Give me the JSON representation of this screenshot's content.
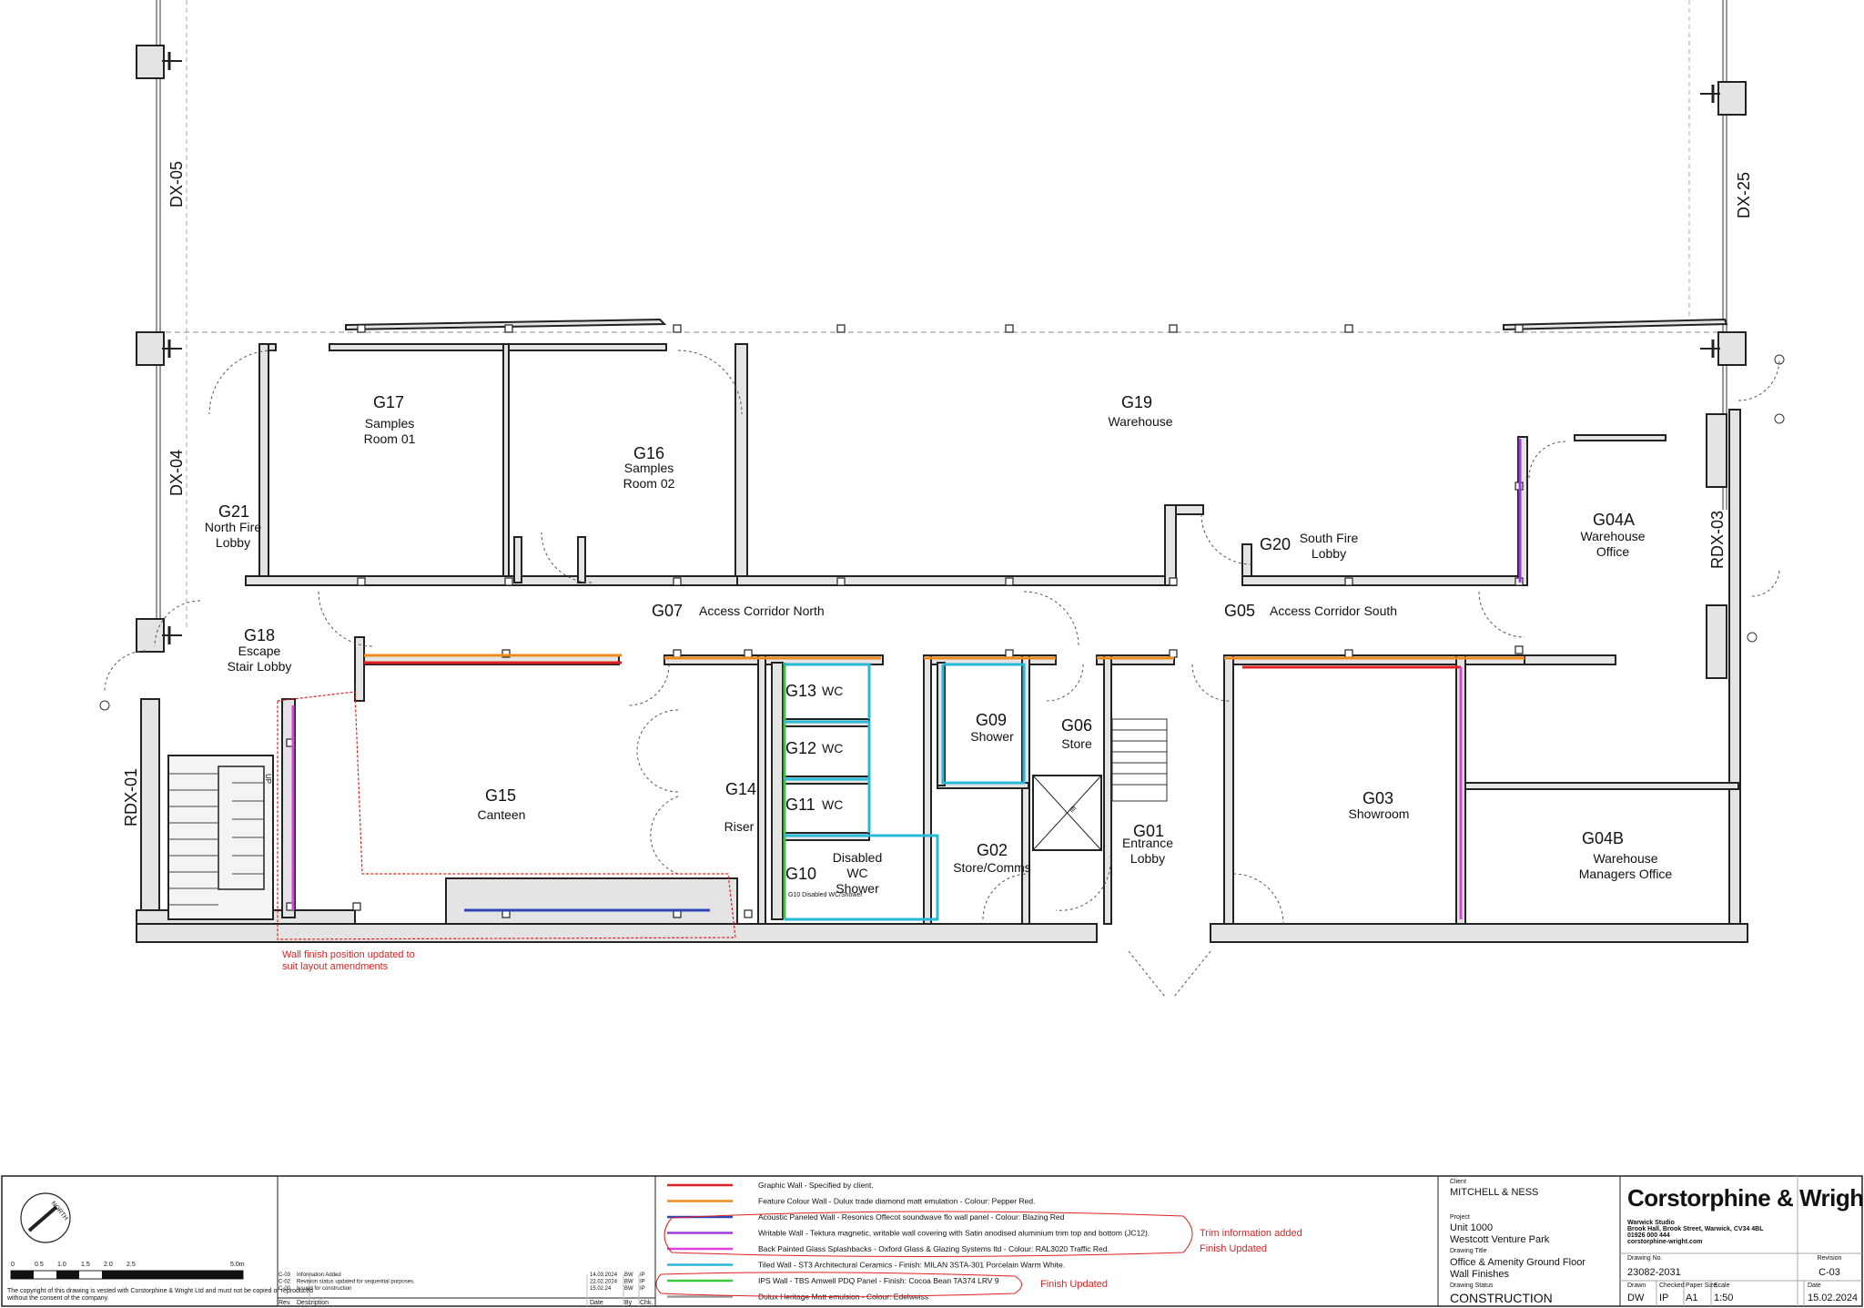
{
  "rooms": [
    {
      "id": "G17",
      "name": [
        "Samples",
        "Room 01"
      ]
    },
    {
      "id": "G16",
      "name": [
        "Samples",
        "Room 02"
      ]
    },
    {
      "id": "G19",
      "name": [
        "Warehouse"
      ]
    },
    {
      "id": "G21",
      "name": [
        "North Fire",
        "Lobby"
      ]
    },
    {
      "id": "G18",
      "name": [
        "Escape",
        "Stair Lobby"
      ]
    },
    {
      "id": "G07",
      "name": [
        "Access Corridor North"
      ]
    },
    {
      "id": "G05",
      "name": [
        "Access Corridor South"
      ]
    },
    {
      "id": "G20",
      "name": [
        "South Fire",
        "Lobby"
      ]
    },
    {
      "id": "G04A",
      "name": [
        "Warehouse",
        "Office"
      ]
    },
    {
      "id": "G15",
      "name": [
        "Canteen"
      ]
    },
    {
      "id": "G14",
      "name": [
        "Riser"
      ]
    },
    {
      "id": "G13",
      "name": [
        "WC"
      ]
    },
    {
      "id": "G12",
      "name": [
        "WC"
      ]
    },
    {
      "id": "G11",
      "name": [
        "WC"
      ]
    },
    {
      "id": "G10",
      "name": [
        "Disabled",
        "WC",
        "Shower"
      ]
    },
    {
      "id": "G09",
      "name": [
        "Shower"
      ]
    },
    {
      "id": "G06",
      "name": [
        "Store"
      ]
    },
    {
      "id": "G02",
      "name": [
        "Store/Comms"
      ]
    },
    {
      "id": "G01",
      "name": [
        "Entrance",
        "Lobby"
      ]
    },
    {
      "id": "G03",
      "name": [
        "Showroom"
      ]
    },
    {
      "id": "G04B",
      "name": [
        "Warehouse",
        "Managers Office"
      ]
    }
  ],
  "doors": [
    "DX-05",
    "DX-04",
    "DX-25",
    "RDX-01",
    "RDX-03"
  ],
  "misc": {
    "stair_up": "UP",
    "lift": "lift",
    "g10_small": "G10 Disabled WC/Shower"
  },
  "annotations": {
    "wall_finish": [
      "Wall finish position updated to",
      "suit layout amendments"
    ],
    "trim_added": "Trim information added",
    "finish_updated_1": "Finish Updated",
    "finish_updated_2": "Finish Updated"
  },
  "legend": [
    {
      "color": "#e02020",
      "text": "Graphic Wall -  Specified by client."
    },
    {
      "color": "#f08a1c",
      "text": "Feature Colour Wall - Dulux trade diamond matt emulation - Colour: Pepper Red."
    },
    {
      "color": "#2e46b8",
      "text": "Acoustic Paneled Wall - Resonics Offecot soundwave flo wall panel - Colour: Blazing Red"
    },
    {
      "color": "#9b3fd6",
      "text": "Writable Wall - Tektura magnetic, writable wall covering with Satin anodised aluminium trim top and bottom (JC12)."
    },
    {
      "color": "#e040e0",
      "text": "Back Painted Glass Splashbacks - Oxford Glass & Glazing Systems ltd - Colour: RAL3020 Traffic Red."
    },
    {
      "color": "#28b8d8",
      "text": "Tiled Wall - ST3 Architectural Ceramics - Finish: MILAN 3STA-301 Porcelain Warm White."
    },
    {
      "color": "#3cc83c",
      "text": "IPS Wall - TBS Amwell PDQ Panel - Finish: Cocoa Bean TA374 LRV 9"
    },
    {
      "color": "#999999",
      "text": "Dulux Heritage Matt emulsion - Colour: Edelweiss"
    }
  ],
  "revisions": [
    {
      "rev": "C-03",
      "desc": "Information Added",
      "date": "14.03.2024",
      "by": "BW",
      "chk": "IP"
    },
    {
      "rev": "C-02",
      "desc": "Revision status updated for sequential purposes.",
      "date": "22.02.2024",
      "by": "BW",
      "chk": "IP"
    },
    {
      "rev": "C-00",
      "desc": "Issued for construction",
      "date": "15.02.24",
      "by": "BW",
      "chk": "IP"
    }
  ],
  "revision_headers": [
    "Rev.",
    "Description",
    "Date",
    "By",
    "Chk."
  ],
  "scale_bar": [
    "0",
    "0.5",
    "1.0",
    "1.5",
    "2.0",
    "2.5",
    "5.0m"
  ],
  "copyright": [
    "The copyright of this drawing is vested with Corstorphine & Wright Ltd and must not be copied or reproduced",
    "without the consent of the company."
  ],
  "north_label": "NORTH",
  "title_block": {
    "client_label": "Client",
    "client": "MITCHELL & NESS",
    "project_label": "Project",
    "project": [
      "Unit 1000",
      "Westcott Venture Park"
    ],
    "title_label": "Drawing Title",
    "title": [
      "Office & Amenity Ground Floor",
      "Wall Finishes"
    ],
    "status_label": "Drawing Status",
    "status": "CONSTRUCTION",
    "company": "Corstorphine & Wright",
    "address": [
      "Warwick Studio",
      "Brook Hall, Brook Street, Warwick, CV34 4BL",
      "01926 000 444",
      "corstorphine-wright.com"
    ],
    "drawing_no_label": "Drawing No.",
    "drawing_no": "23082-2031",
    "revision_label": "Revision",
    "revision": "C-03",
    "fields": [
      {
        "label": "Drawn",
        "value": "DW"
      },
      {
        "label": "Checked",
        "value": "IP"
      },
      {
        "label": "Paper Size",
        "value": "A1"
      },
      {
        "label": "Scale",
        "value": "1:50"
      }
    ],
    "date_label": "Date",
    "date": "15.02.2024"
  }
}
